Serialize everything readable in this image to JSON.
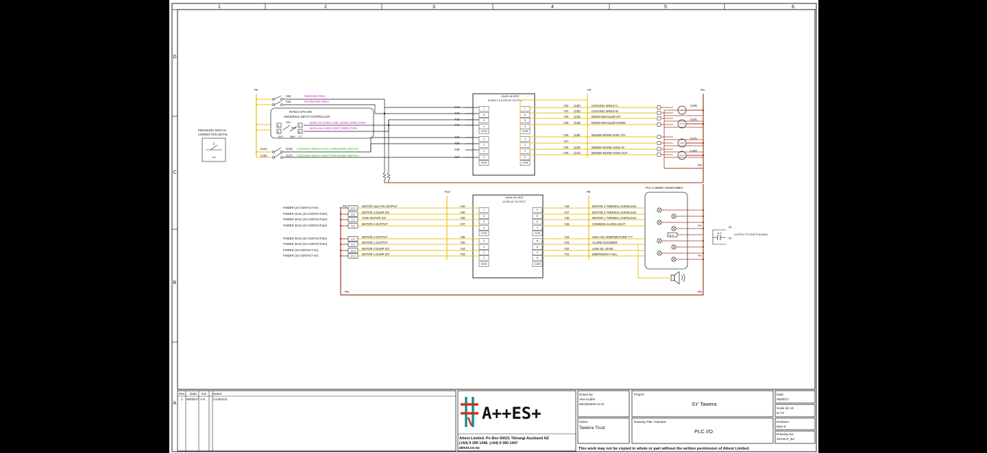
{
  "grid": {
    "columns": [
      "1",
      "2",
      "3",
      "4",
      "5",
      "6"
    ],
    "rows": [
      "D",
      "C",
      "B",
      "A"
    ]
  },
  "buses": {
    "p5": "P5",
    "p9": "P9",
    "pn": "PN",
    "p10": "P10",
    "p8": "P8"
  },
  "upper": {
    "top_switches": [
      {
        "label": "X43",
        "desc": "INBOARD ONLY"
      },
      {
        "label": "X42",
        "desc": "OUTBOARD ONLY"
      }
    ],
    "controller": {
      "title1": "INTECH 4P4-DIN",
      "title2": "UNIVERSAL INPUT CONTROLLER",
      "pins": [
        "5",
        "6",
        "7",
        "8"
      ],
      "row1": "MAIN HALYARD FURL DOWN DIRECTION",
      "row2": "MAIN HALYARD HOIST DIRECTION",
      "sw_labels": [
        "SW1",
        "SW2"
      ],
      "bottom": [
        "REF",
        "DMS",
        "E.T"
      ]
    },
    "pressure_detail": {
      "line1": "PRESSURE SWITCH",
      "line2": "CONNECTION DETAIL"
    },
    "pressure_inputs": [
      {
        "a": "(131)",
        "b": "(132)",
        "desc": "COCKING WINCH STALL PRESSURE SWITCH"
      },
      {
        "a": "(126)",
        "b": "(127)",
        "desc": "COCKING WINCH SHIFT PRESSURE SWITCH"
      }
    ],
    "module": {
      "title1": "HNOE-08-3R2T",
      "title2": "8 INPUT & 8 RELAY OUTPUT",
      "inputs": [
        "X44",
        "X43",
        "X42",
        "X41",
        "X40",
        "X39",
        "X38",
        "X37"
      ],
      "left_pins": [
        "7",
        "6",
        "5",
        "4",
        "COM",
        "3",
        "2",
        "1",
        "0",
        "COM"
      ],
      "right_pins_a": [
        "7",
        "6",
        "5",
        "4",
        "COM"
      ],
      "right_pins_b": [
        "3",
        "2",
        "1",
        "0",
        "COM"
      ]
    },
    "outputs": [
      {
        "y": "Y32",
        "n": "(128)",
        "desc": "COCKING WINCH A"
      },
      {
        "y": "Y31",
        "n": "(130)",
        "desc": "COCKING WINCH B"
      },
      {
        "y": "Y30",
        "n": "(133)",
        "desc": "BOOM INHAULER UP"
      },
      {
        "y": "Y29",
        "n": "(135)",
        "desc": "BOOM INHAULER DOWN"
      },
      {
        "y": "Y28",
        "n": "(136)",
        "desc": "MIZZEN BOOM FURL O/Y"
      },
      {
        "y": "Y27",
        "n": "",
        "desc": ""
      },
      {
        "y": "Y26",
        "n": "(139)",
        "desc": "MIZZEN BOOM VANG IN"
      },
      {
        "y": "Y25",
        "n": "(141)",
        "desc": "MIZZEN BOOM VANG OUT"
      }
    ],
    "solenoids": [
      "(129)",
      "(134)",
      "(137)",
      "(140)"
    ]
  },
  "lower": {
    "module": {
      "title1": "HNOE-08-3R2T",
      "title2": "16 RELAY OUTPUT",
      "left_pins": [
        "7",
        "6",
        "5",
        "4",
        "COM",
        "3",
        "2",
        "1",
        "0",
        "COM"
      ],
      "right_pins": [
        "F",
        "E",
        "D",
        "C",
        "COM",
        "B",
        "A",
        "9",
        "8",
        "COM"
      ]
    },
    "left_outputs": [
      {
        "relay": "FINDER (10 CONTACT 6A)",
        "box": "12.0",
        "desc": "MOTOR 1&2 FAN OUTPUT",
        "y": "Y40"
      },
      {
        "relay": "FINDER 40.61 (10 CONTACT16A)",
        "box": "6.0",
        "desc": "MOTOR 3 DUMP S/V",
        "y": "Y39"
      },
      {
        "relay": "FINDER 40.61 (10 CONTACT16A)",
        "box": "7.0",
        "desc": "TANK MOTOR S/V",
        "y": "Y38"
      },
      {
        "relay": "FINDER 40.61 (10 CONTACT16A)",
        "box": "3.0",
        "desc": "MOTOR 3 OUTPUT",
        "y": "Y37"
      },
      {
        "relay": "FINDER 40.61 (10 CONTACT16A)",
        "box": "2.0",
        "desc": "MOTOR 2 OUTPUT",
        "y": "Y36"
      },
      {
        "relay": "FINDER 40.61 (10 CONTACT16A)",
        "box": "1.0",
        "desc": "MOTOR 1 OUTPUT",
        "y": "Y35"
      },
      {
        "relay": "FINDER (10 CONTACT 6A)",
        "box": "13.0",
        "desc": "MOTOR 2 DUMP S/V",
        "y": "Y34"
      },
      {
        "relay": "FINDER (10 CONTACT 6A)",
        "box": "10.0",
        "desc": "MOTOR 1 DUMP S/V",
        "y": "Y33"
      }
    ],
    "right_outputs": [
      {
        "y": "Y48",
        "desc": "MOTOR 3 THERMAL OVERLOAD"
      },
      {
        "y": "Y47",
        "desc": "MOTOR 2 THERMAL OVERLOAD"
      },
      {
        "y": "Y46",
        "desc": "MOTOR 1 THERMAL OVERLOAD"
      },
      {
        "y": "Y45",
        "desc": "COMMON ALARM LIGHT"
      },
      {
        "y": "Y44",
        "desc": "HIGH OIL TEMPERATURE ???"
      },
      {
        "y": "Y43",
        "desc": "ALARM SOUNDER"
      },
      {
        "y": "Y42",
        "desc": "LOW OIL LEVEL"
      },
      {
        "y": "Y41",
        "desc": "EMERGENCY KILL"
      }
    ],
    "mimic_title": "PLC CABINET DOOR MIMIC",
    "relay_box": "11.0",
    "ship_alarm": {
      "contact": "11.0",
      "n5": "(5)",
      "n6": "(6)",
      "text": "OUTPUT TO SHIP'S ALARM"
    }
  },
  "title_block": {
    "rev_headers": [
      "Rev.:",
      "Date:",
      "Init.:",
      "Notes:"
    ],
    "rev_row": [
      "1",
      "05/05/17",
      "A.K.",
      "A3 BUILD"
    ],
    "company_lines": [
      "Attest Limited. Po Box 60021 Titirangi Auckland NZ",
      "(+64) 9 390 1446, (+64) 9 390 1447",
      "attest.co.nz"
    ],
    "logo_text": "A++ES+",
    "drawn_by_label": "Drawn by:",
    "drawn_by_name": "Alex Kudrin",
    "drawn_by_email": "alex@attest.co.nz",
    "client_label": "Client:",
    "client": "Tawera Trust",
    "project_label": "Project:",
    "project": "SY Tawera",
    "drawing_title_label": "Drawing Title / Number:",
    "drawing_title": "PLC I/O",
    "date_label": "Date:",
    "date": "05/05/17",
    "scale_label": "Scale @ A3:",
    "scale": "N.T.S",
    "revision_label": "Revision:",
    "revision": "REV-0",
    "drawing_no_label": "Drawing No:",
    "drawing_no": "404-ELP_B2",
    "copyright": "This work may not be copied in whole or part without the written permission of Attest Limited."
  },
  "colors": {
    "wire_yellow": "#e8c21c",
    "wire_brown": "#9a3b1c",
    "wire_black": "#1a1a1a",
    "text_magenta": "#d21bd0",
    "text_green": "#23c01d",
    "logo_teal": "#1a8f8a",
    "logo_red": "#d32a2a"
  }
}
